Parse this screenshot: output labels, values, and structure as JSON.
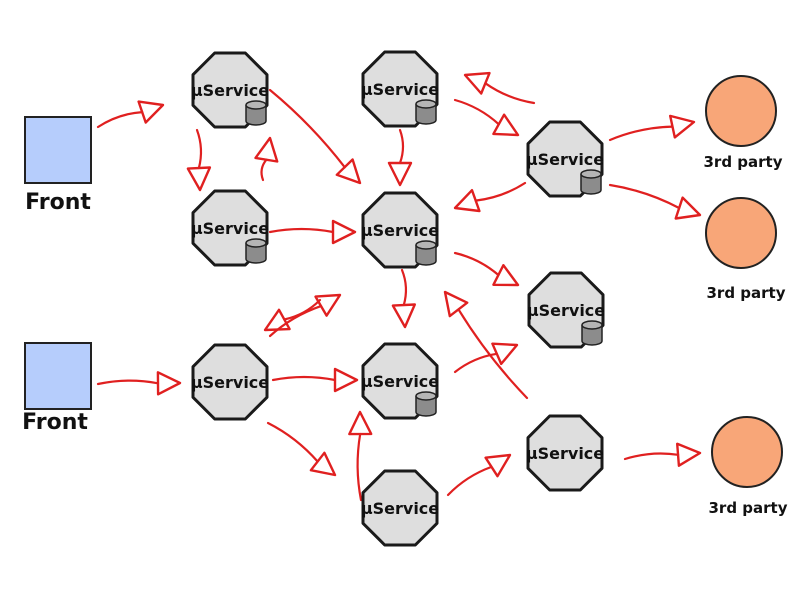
{
  "colors": {
    "service_fill": "#dedede",
    "service_stroke": "#1a1a1a",
    "front_fill": "#b6cdfc",
    "third_party_fill": "#f8a678",
    "arrow": "#e02020",
    "database_fill": "#8c8c8c"
  },
  "nodes": {
    "front_top": {
      "label": "Front"
    },
    "front_bottom": {
      "label": "Front"
    },
    "svc_a1": {
      "label": "μService"
    },
    "svc_a2": {
      "label": "μService"
    },
    "svc_a3": {
      "label": "μService"
    },
    "svc_b1": {
      "label": "μService"
    },
    "svc_b2": {
      "label": "μService"
    },
    "svc_b3": {
      "label": "μService"
    },
    "svc_b4": {
      "label": "μService"
    },
    "svc_c1": {
      "label": "μService"
    },
    "svc_c2": {
      "label": "μService"
    },
    "svc_c3": {
      "label": "μService"
    },
    "party_1": {
      "label": "3rd party"
    },
    "party_2": {
      "label": "3rd party"
    },
    "party_3": {
      "label": "3rd party"
    }
  },
  "icons": {
    "database": "database-icon",
    "arrow": "arrow-icon"
  }
}
